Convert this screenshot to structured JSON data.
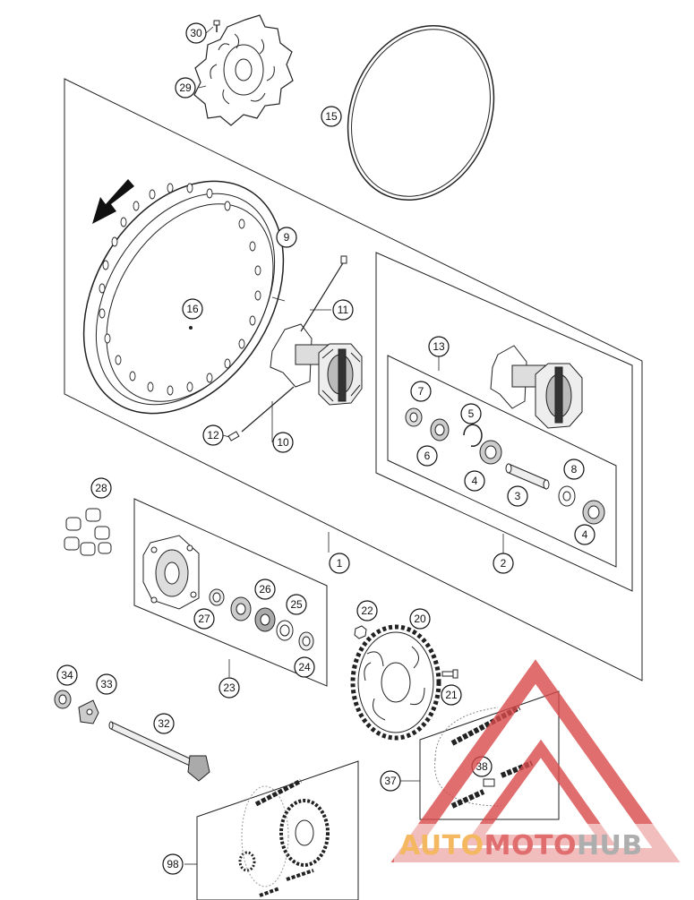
{
  "colors": {
    "line": "#111111",
    "watermark_red": "#d94a4a",
    "watermark_orange": "#f2a73a",
    "watermark_gray": "#9a9a9a"
  },
  "callouts": {
    "c1": "1",
    "c2": "2",
    "c3": "3",
    "c4a": "4",
    "c4b": "4",
    "c5": "5",
    "c6": "6",
    "c7": "7",
    "c8": "8",
    "c9": "9",
    "c10": "10",
    "c11": "11",
    "c12": "12",
    "c13": "13",
    "c15": "15",
    "c16": "16",
    "c20": "20",
    "c21": "21",
    "c22": "22",
    "c23": "23",
    "c24": "24",
    "c25": "25",
    "c26": "26",
    "c27": "27",
    "c28": "28",
    "c29": "29",
    "c30": "30",
    "c32": "32",
    "c33": "33",
    "c34": "34",
    "c37": "37",
    "c38": "38",
    "c98": "98"
  },
  "watermark": {
    "part1": "AUTO",
    "part2": "MOTO",
    "part3": "HUB"
  }
}
